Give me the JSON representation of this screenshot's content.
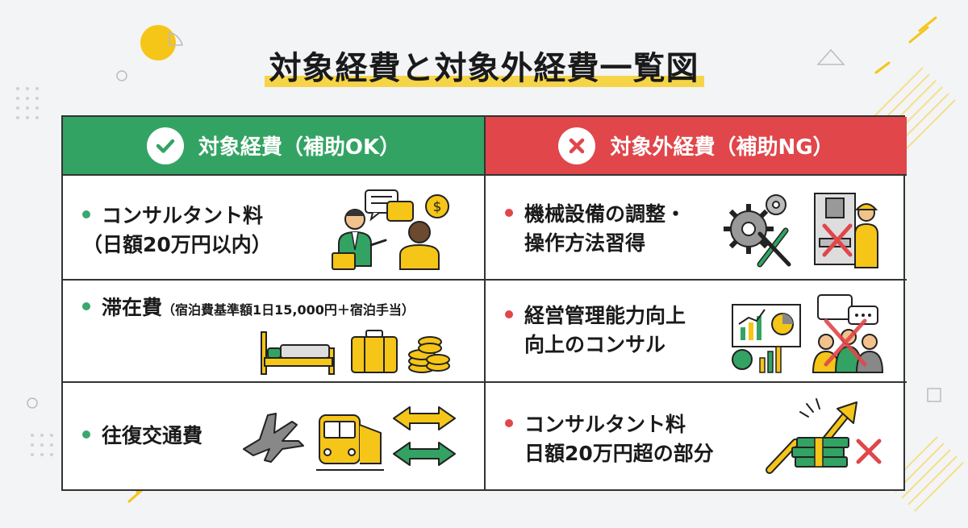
{
  "title": "対象経費と対象外経費一覧図",
  "colors": {
    "ok_green": "#33a363",
    "ng_red": "#e0464a",
    "accent_yellow": "#f5d547",
    "ok_dot": "#3aa76d",
    "ng_dot": "#e0464a"
  },
  "eligible": {
    "header": "対象経費（補助OK）",
    "icon": "check-icon",
    "items": [
      {
        "line1": "コンサルタント料",
        "line2": "（日額20万円以内）",
        "illustration": "consultation-icon"
      },
      {
        "main": "滞在費",
        "note": "（宿泊費基準額1日15,000円＋宿泊手当）",
        "illustration": "bed-luggage-coins-icon"
      },
      {
        "line1": "往復交通費",
        "illustration": "plane-train-arrows-icon"
      }
    ]
  },
  "ineligible": {
    "header": "対象外経費（補助NG）",
    "icon": "cross-icon",
    "items": [
      {
        "line1": "機械設備の調整・",
        "line2": "操作方法習得",
        "illustration": "gears-machine-icon"
      },
      {
        "line1": "経営管理能力向上",
        "line2": "向上のコンサル",
        "illustration": "management-chart-icon"
      },
      {
        "line1": "コンサルタント料",
        "line2": "日額20万円超の部分",
        "illustration": "money-excess-icon"
      }
    ]
  }
}
